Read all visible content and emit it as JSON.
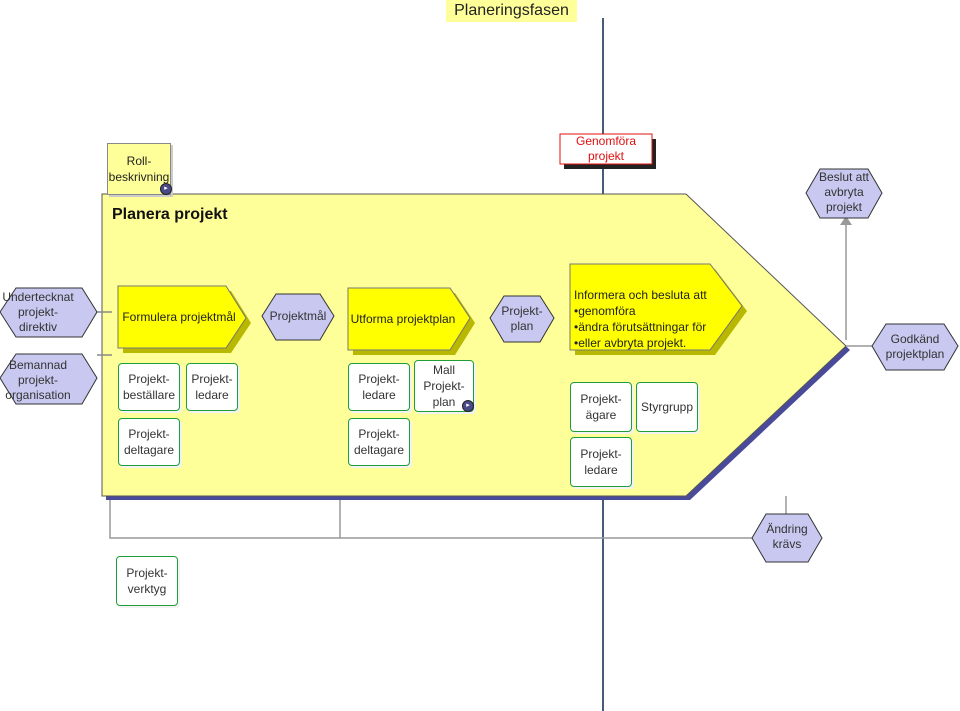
{
  "title": "Planeringsfasen",
  "main_process": "Planera projekt",
  "rollbeskrivning": "Roll-\nbeskrivning",
  "genomfora": "Genomföra\nprojekt",
  "beslut_avbryta": "Beslut att\navbryta\nprojekt",
  "inputs": {
    "direktiv": "Undertecknat\nprojekt-\ndirektiv",
    "organisation": "Bemannad\nprojekt-\norganisation"
  },
  "functions": {
    "formulera": "Formulera projektmål",
    "utforma": "Utforma projektplan",
    "informera": "Informera och besluta att\n•genomföra\n•ändra förutsättningar för\n•eller avbryta projekt."
  },
  "events": {
    "projektmal": "Projektmål",
    "projektplan": "Projekt-\nplan",
    "godkand": "Godkänd\nprojektplan",
    "andring": "Ändring\nkrävs"
  },
  "roles": {
    "bestallare": "Projekt-\nbeställare",
    "ledare1": "Projekt-\nledare",
    "deltagare1": "Projekt-\ndeltagare",
    "ledare2": "Projekt-\nledare",
    "mall": "Mall\nProjekt-\nplan",
    "deltagare2": "Projekt-\ndeltagare",
    "agare": "Projekt-\nägare",
    "styrgrupp": "Styrgrupp",
    "ledare3": "Projekt-\nledare",
    "verktyg": "Projekt-\nverktyg"
  },
  "colors": {
    "yellow": "#ffff99",
    "yellow_fn": "#ffff00",
    "hexagon": "#c8c8f0",
    "green_border": "#1e9e3a",
    "red_text": "#e01010"
  }
}
